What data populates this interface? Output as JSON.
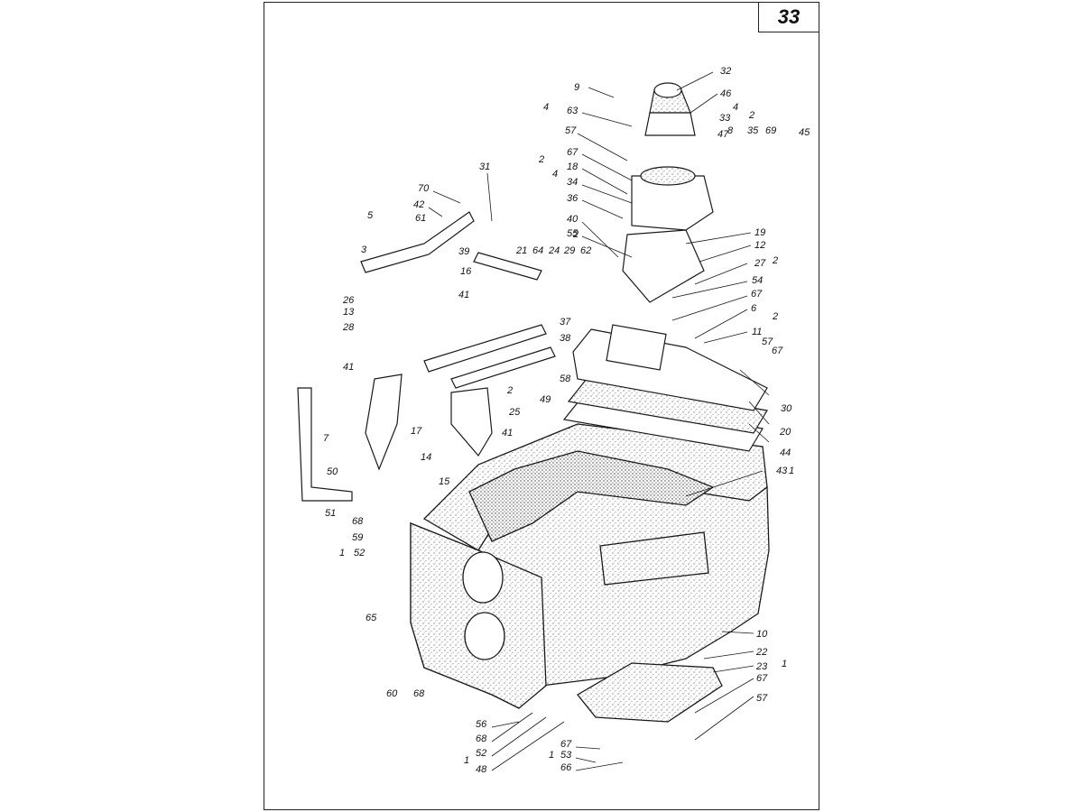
{
  "page_number": "33",
  "colors": {
    "ink": "#1a1a1a",
    "paper": "#ffffff",
    "stipple": "#555555"
  },
  "callouts": [
    "32",
    "9",
    "46",
    "4",
    "63",
    "4",
    "33",
    "57",
    "47",
    "2",
    "8",
    "35",
    "69",
    "45",
    "67",
    "18",
    "4",
    "2",
    "34",
    "36",
    "31",
    "70",
    "42",
    "5",
    "61",
    "40",
    "55",
    "19",
    "12",
    "2",
    "21",
    "64",
    "24",
    "29",
    "62",
    "2",
    "3",
    "39",
    "16",
    "27",
    "54",
    "41",
    "67",
    "26",
    "13",
    "37",
    "6",
    "2",
    "28",
    "38",
    "11",
    "57",
    "67",
    "41",
    "58",
    "2",
    "49",
    "25",
    "30",
    "7",
    "17",
    "14",
    "41",
    "20",
    "44",
    "50",
    "15",
    "43",
    "1",
    "51",
    "68",
    "59",
    "1",
    "52",
    "65",
    "10",
    "22",
    "1",
    "23",
    "67",
    "60",
    "68",
    "57",
    "56",
    "68",
    "52",
    "1",
    "48",
    "67",
    "1",
    "53",
    "66"
  ]
}
